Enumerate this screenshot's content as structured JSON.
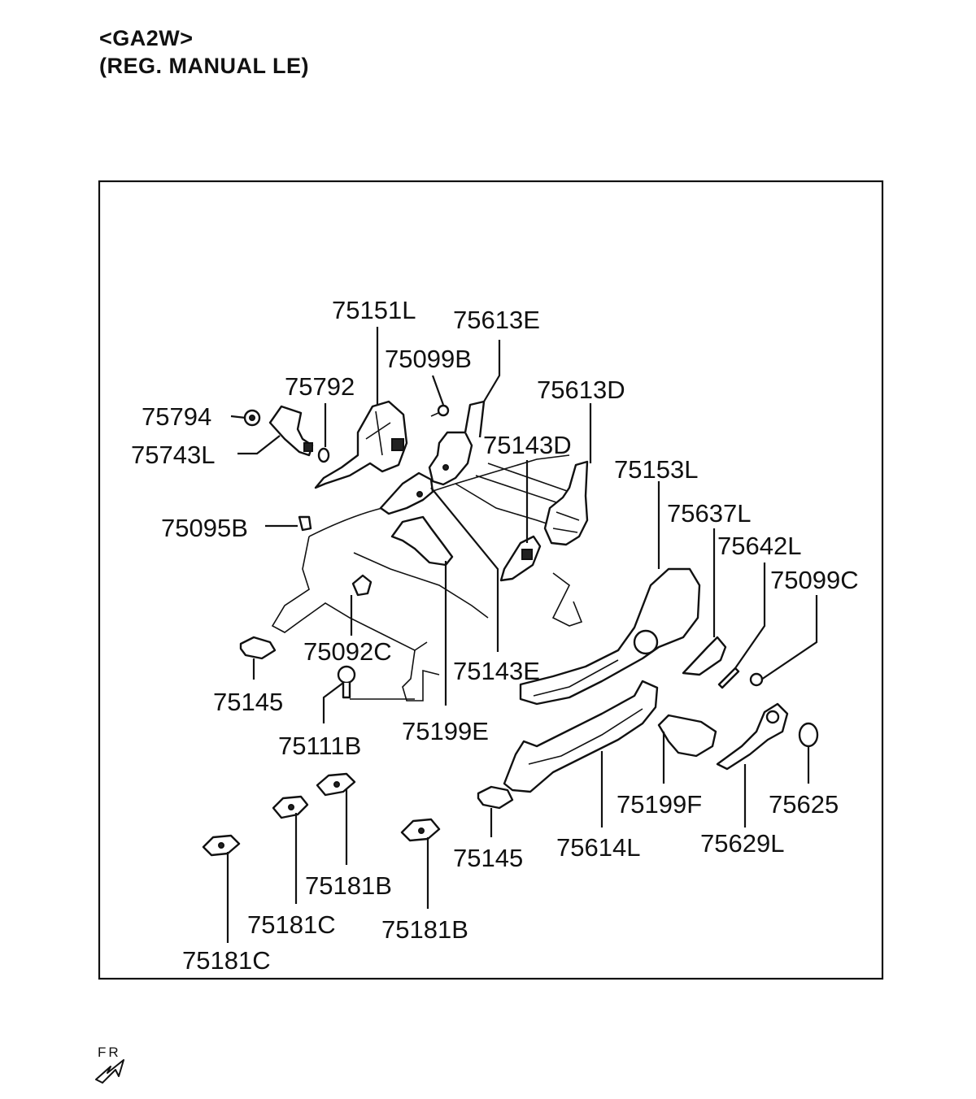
{
  "header": {
    "model": "<GA2W>",
    "variant": "(REG. MANUAL LE)"
  },
  "direction": {
    "label": "FR",
    "icon": "arrow-down-left-icon"
  },
  "parts": [
    {
      "id": "p1",
      "label": "75151L"
    },
    {
      "id": "p2",
      "label": "75613E"
    },
    {
      "id": "p3",
      "label": "75099B"
    },
    {
      "id": "p4",
      "label": "75792"
    },
    {
      "id": "p5",
      "label": "75613D"
    },
    {
      "id": "p6",
      "label": "75794"
    },
    {
      "id": "p7",
      "label": "75743L"
    },
    {
      "id": "p8",
      "label": "75143D"
    },
    {
      "id": "p9",
      "label": "75153L"
    },
    {
      "id": "p10",
      "label": "75637L"
    },
    {
      "id": "p11",
      "label": "75095B"
    },
    {
      "id": "p12",
      "label": "75642L"
    },
    {
      "id": "p13",
      "label": "75099C"
    },
    {
      "id": "p14",
      "label": "75092C"
    },
    {
      "id": "p15",
      "label": "75143E"
    },
    {
      "id": "p16",
      "label": "75145"
    },
    {
      "id": "p17",
      "label": "75111B"
    },
    {
      "id": "p18",
      "label": "75199E"
    },
    {
      "id": "p19",
      "label": "75199F"
    },
    {
      "id": "p20",
      "label": "75625"
    },
    {
      "id": "p21",
      "label": "75145"
    },
    {
      "id": "p22",
      "label": "75614L"
    },
    {
      "id": "p23",
      "label": "75629L"
    },
    {
      "id": "p24",
      "label": "75181B"
    },
    {
      "id": "p25",
      "label": "75181C"
    },
    {
      "id": "p26",
      "label": "75181B"
    },
    {
      "id": "p27",
      "label": "75181C"
    }
  ]
}
